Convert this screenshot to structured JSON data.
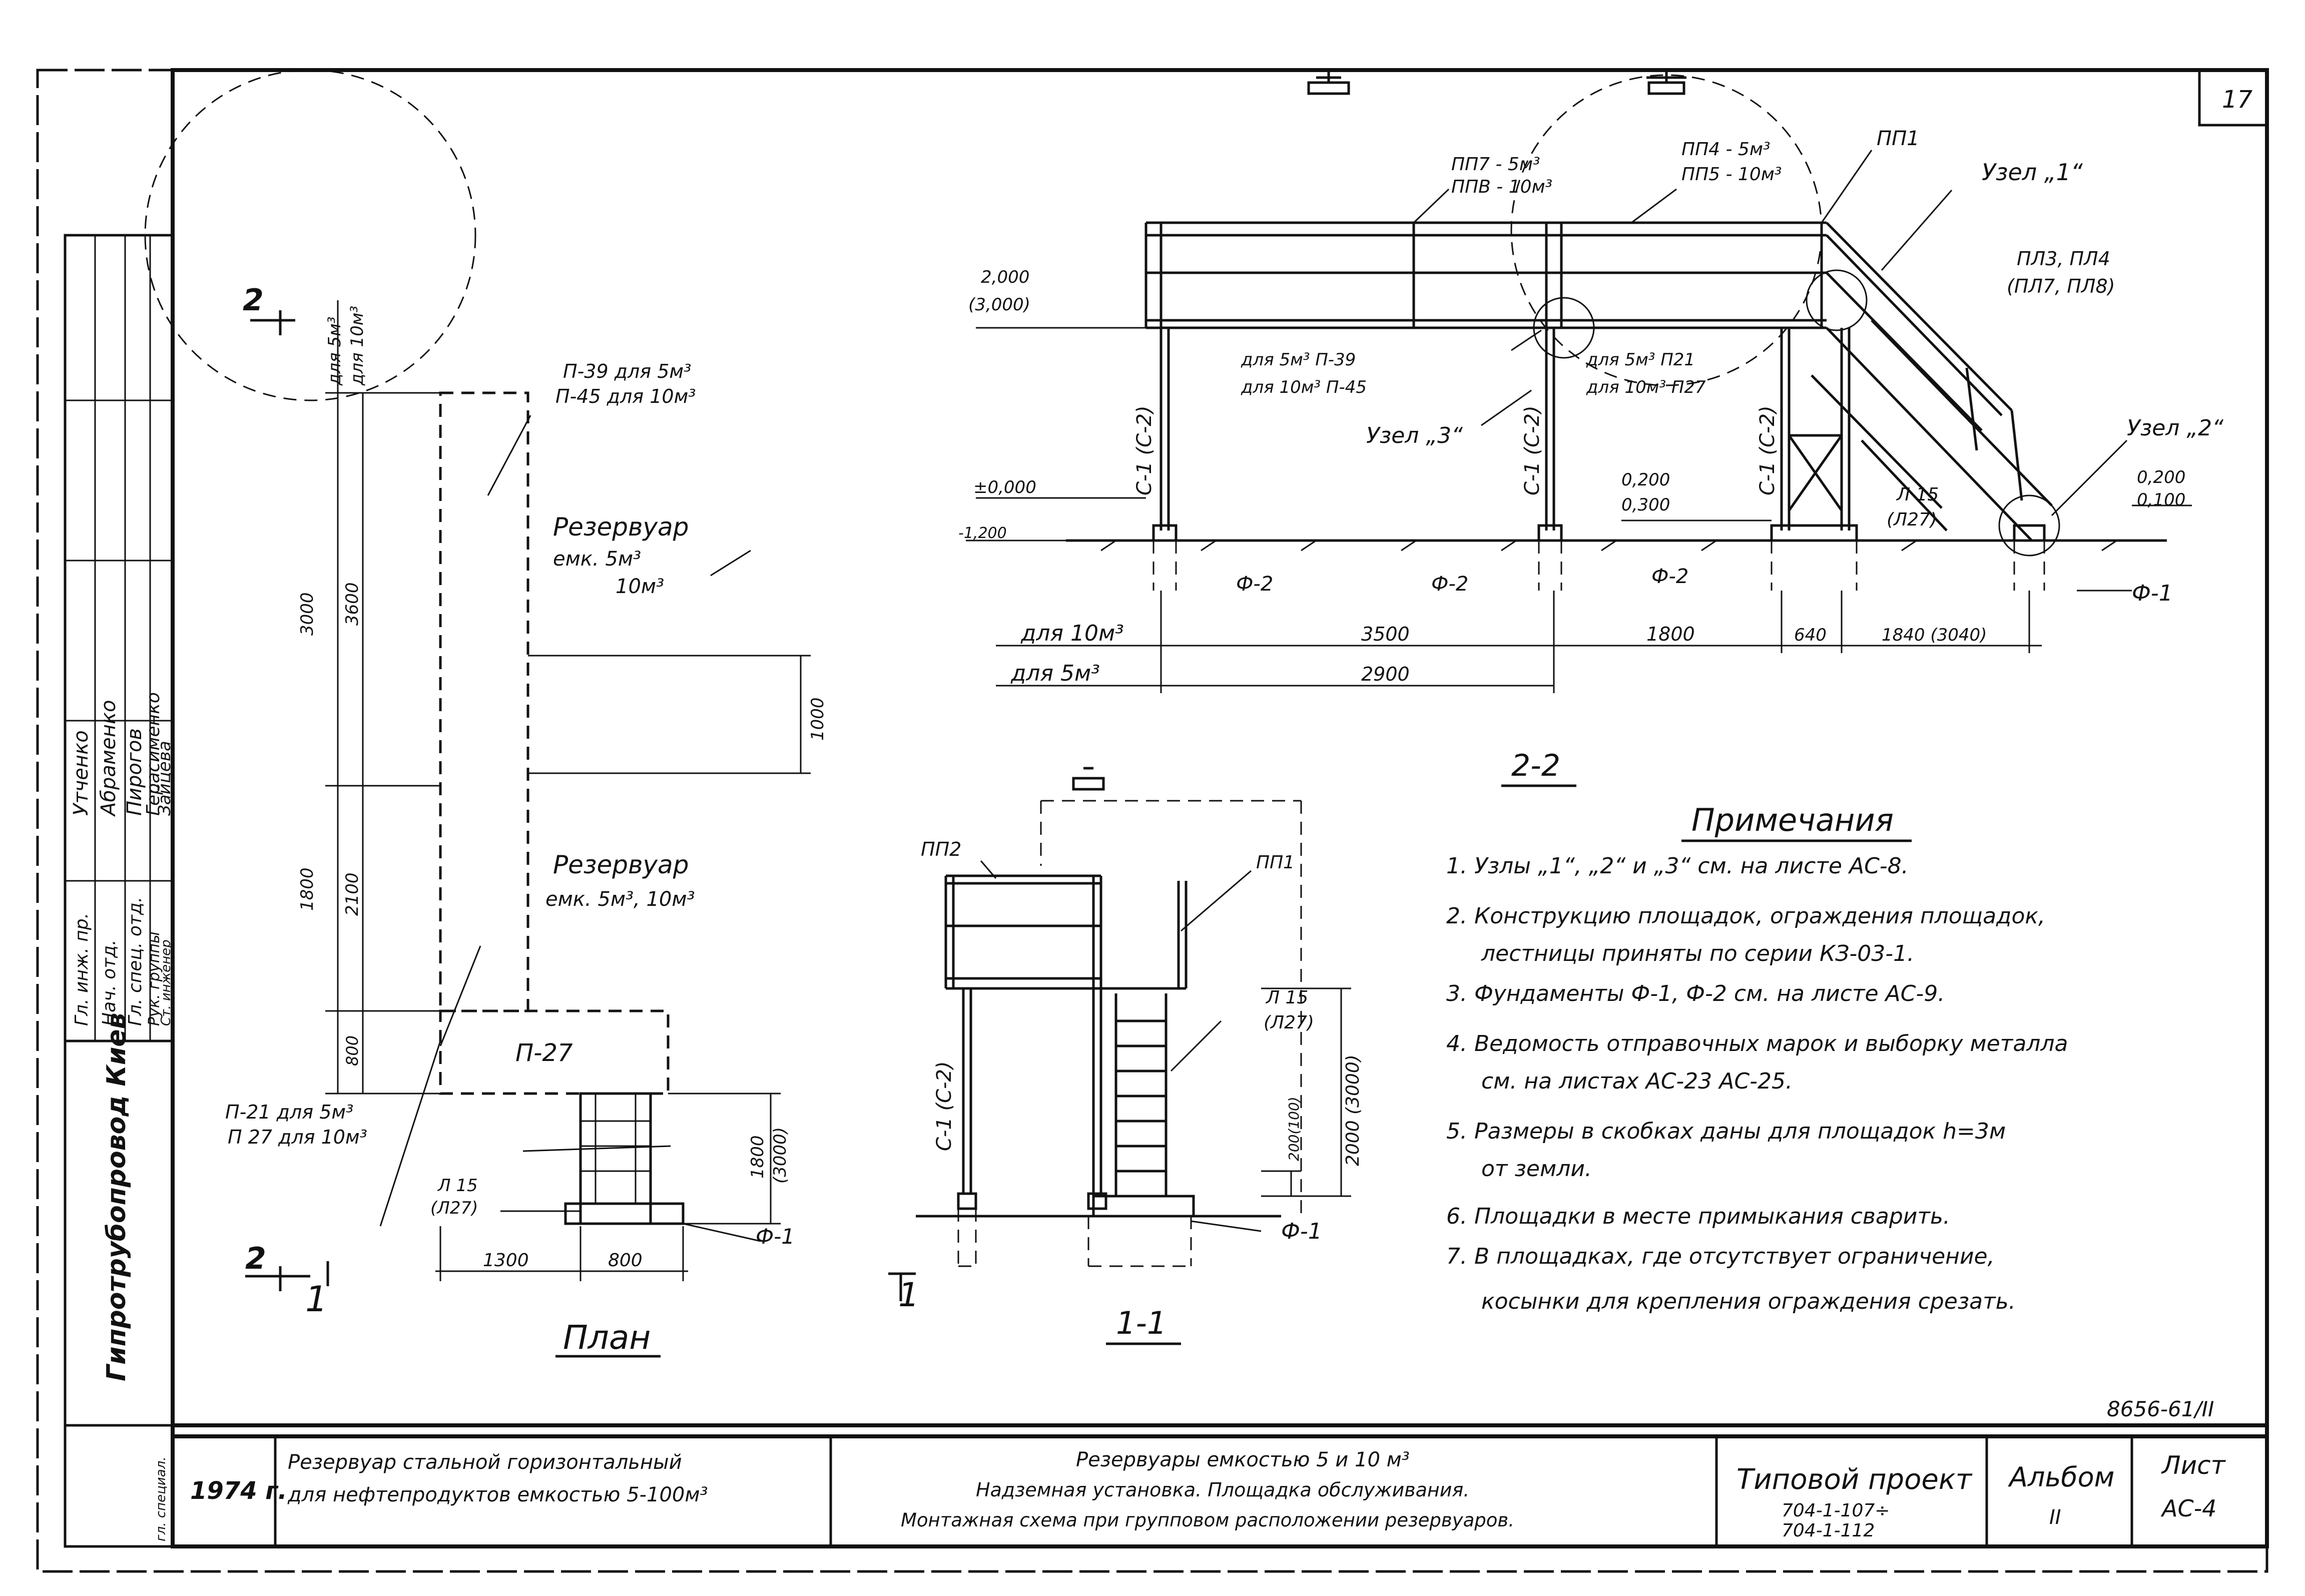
{
  "sheet_number": "17",
  "doc_code": "8656-61/II",
  "views": {
    "elevation": {
      "title": "2-2",
      "labels": {
        "pp7": "ПП7 - 5м³",
        "pp8": "ППВ - 10м³",
        "pp4": "ПП4 - 5м³",
        "pp5": "ПП5 - 10м³",
        "pp1": "ПП1",
        "node1": "Узел „1“",
        "pl3": "ПЛ3, ПЛ4",
        "pl7": "(ПЛ7, ПЛ8)",
        "lev2000": "2,000",
        "lev3000": "(3,000)",
        "for5_p39": "для 5м³ П-39",
        "for10_p45": "для 10м³ П-45",
        "for5_p21": "для 5м³ П21",
        "for10_p27": "для 10м³ П27",
        "node3": "Узел „3“",
        "c1a": "С-1 (С-2)",
        "c1b": "С-1 (С-2)",
        "c1c": "С-1 (С-2)",
        "zero": "±0,000",
        "m1200": "-1,200",
        "lev0200": "0,200",
        "lev0300": "0,300",
        "l15": "Л 15",
        "l27": "(Л27)",
        "node2": "Узел „2“",
        "lev0200b": "0,200",
        "lev0100": "0,100",
        "f2a": "Ф-2",
        "f2b": "Ф-2",
        "f2c": "Ф-2",
        "f1": "Ф-1",
        "for10": "для 10м³",
        "for5": "для 5м³",
        "d3500": "3500",
        "d1800": "1800",
        "d640": "640",
        "d1840": "1840 (3040)",
        "d2900": "2900"
      }
    },
    "plan": {
      "title": "План",
      "labels": {
        "sec2_top": "2",
        "for5m3": "для 5м³",
        "for10m3": "для 10м³",
        "p39": "П-39 для 5м³",
        "p45": "П-45 для 10м³",
        "tank": "Резервуар",
        "cap1": "емк. 5м³",
        "cap2": "10м³",
        "tank2": "Резервуар",
        "cap3": "емк. 5м³, 10м³",
        "p27": "П-27",
        "p21": "П-21 для 5м³",
        "p27b": "П 27 для 10м³",
        "l15": "Л 15",
        "l27": "(Л27)",
        "f1": "Ф-1",
        "d3000": "3000",
        "d3600": "3600",
        "d1800": "1800",
        "d2100": "2100",
        "d800": "800",
        "d1000": "1000",
        "d1800b": "1800",
        "d3000b": "(3000)",
        "d1300": "1300",
        "d800b": "800",
        "sec2_bot": "2",
        "sec1": "1"
      }
    },
    "section11": {
      "title": "1-1",
      "labels": {
        "pp2": "ПП2",
        "pp1": "ПП1",
        "c1": "С-1 (С-2)",
        "l15": "Л 15",
        "l27": "(Л27)",
        "d200": "200(100)",
        "d2000": "2000 (3000)",
        "f1": "Ф-1",
        "sec1": "1"
      }
    }
  },
  "notes": {
    "title": "Примечания",
    "items": [
      "1. Узлы „1“, „2“ и „3“ см. на листе АС-8.",
      "2. Конструкцию площадок, ограждения площадок,",
      "лестницы приняты по серии КЗ-03-1.",
      "3. Фундаменты Ф-1, Ф-2 см. на листе АС-9.",
      "4. Ведомость отправочных марок и выборку металла",
      "см. на листах АС-23 АС-25.",
      "5. Размеры в скобках даны для площадок h=3м",
      "от земли.",
      "6. Площадки в месте примыкания сварить.",
      "7. В площадках, где отсутствует ограничение,",
      "косынки для крепления ограждения срезать."
    ]
  },
  "side_stamp": {
    "roles": [
      "Гл. инж. пр.",
      "Нач. отд.",
      "Гл. спец. отд.",
      "Рук. группы",
      "Ст. инженер"
    ],
    "names": [
      "Утченко",
      "Абраменко",
      "Пирогов",
      "Герасименко",
      "Зайцева"
    ],
    "org": "Гипротрубопровод Киев",
    "small_label": "гл. специал."
  },
  "title_block": {
    "year": "1974 г.",
    "series_line1": "Резервуар стальной горизонтальный",
    "series_line2": "для нефтепродуктов емкостью 5-100м³",
    "desc_line1": "Резервуары емкостью 5 и 10 м³",
    "desc_line2": "Надземная установка. Площадка обслуживания.",
    "desc_line3": "Монтажная схема при групповом расположении резервуаров.",
    "project_label": "Типовой проект",
    "project_code1": "704-1-107÷",
    "project_code2": "704-1-112",
    "album_label": "Альбом",
    "album_num": "II",
    "sheet_label": "Лист",
    "sheet_code": "АС-4"
  }
}
